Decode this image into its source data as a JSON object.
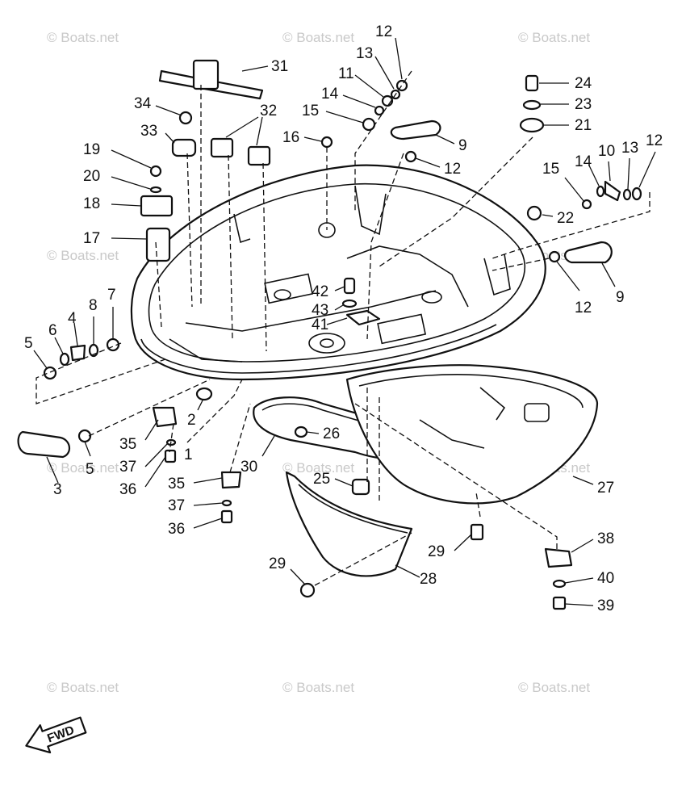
{
  "watermark": "© Boats.net",
  "fwd_label": "FWD",
  "callouts": [
    "12",
    "13",
    "11",
    "14",
    "15",
    "16",
    "31",
    "34",
    "33",
    "32",
    "19",
    "20",
    "18",
    "17",
    "24",
    "23",
    "21",
    "9",
    "12",
    "15",
    "14",
    "10",
    "13",
    "12",
    "22",
    "12",
    "9",
    "7",
    "8",
    "4",
    "6",
    "5",
    "42",
    "43",
    "41",
    "2",
    "1",
    "35",
    "37",
    "36",
    "5",
    "3",
    "26",
    "30",
    "25",
    "35",
    "37",
    "36",
    "27",
    "38",
    "29",
    "29",
    "28",
    "40",
    "39"
  ]
}
